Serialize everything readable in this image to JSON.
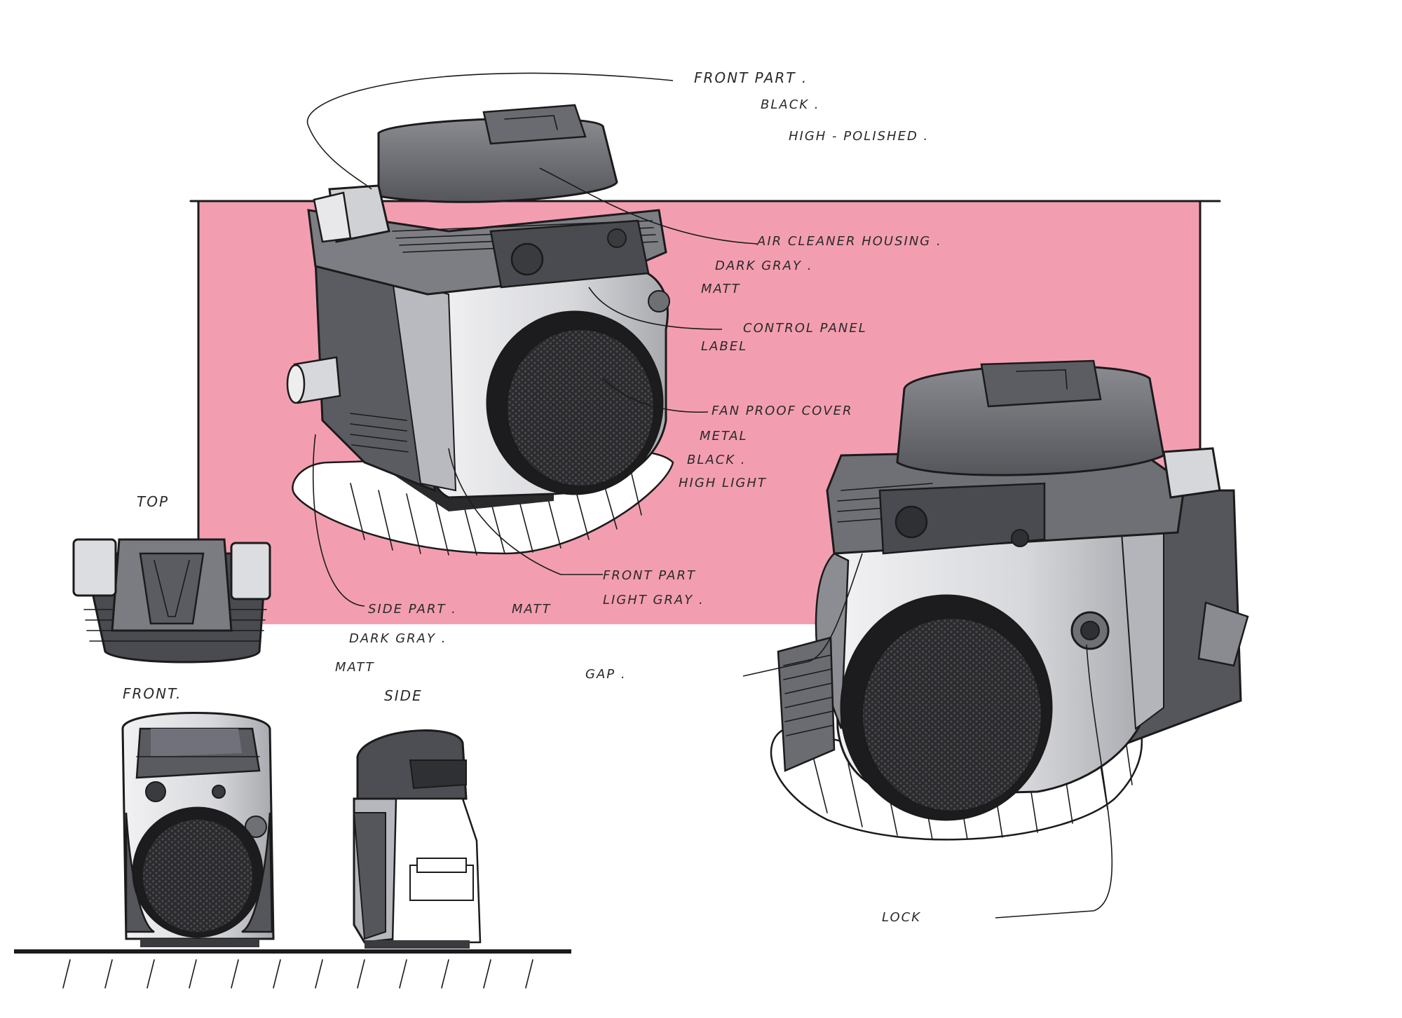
{
  "views": {
    "top": "TOP",
    "front": "FRONT.",
    "side": "SIDE"
  },
  "annotations": {
    "front_part_1": "FRONT PART .",
    "black_1": "BLACK .",
    "high_polished": "HIGH - POLISHED .",
    "air_cleaner": "AIR CLEANER HOUSING .",
    "dark_gray_1": "DARK GRAY .",
    "matt_1": "MATT",
    "control_panel": "CONTROL PANEL",
    "label": "LABEL",
    "fan_proof_cover": "FAN PROOF COVER",
    "metal": "METAL",
    "black_2": "BLACK .",
    "high_light": "HIGH LIGHT",
    "front_part_2": "FRONT PART",
    "light_gray": "LIGHT GRAY .",
    "side_part": "SIDE PART .",
    "matt_2": "MATT",
    "dark_gray_2": "DARK GRAY .",
    "matt_3": "MATT",
    "gap": "GAP .",
    "lock": "LOCK"
  },
  "colors": {
    "backdrop": "#f39eb0",
    "dark_gray": "#5b5c61",
    "mid_gray": "#8c8d93",
    "light_gray": "#d9dade",
    "black": "#1c1c1e",
    "ink": "#1b1b1b"
  }
}
